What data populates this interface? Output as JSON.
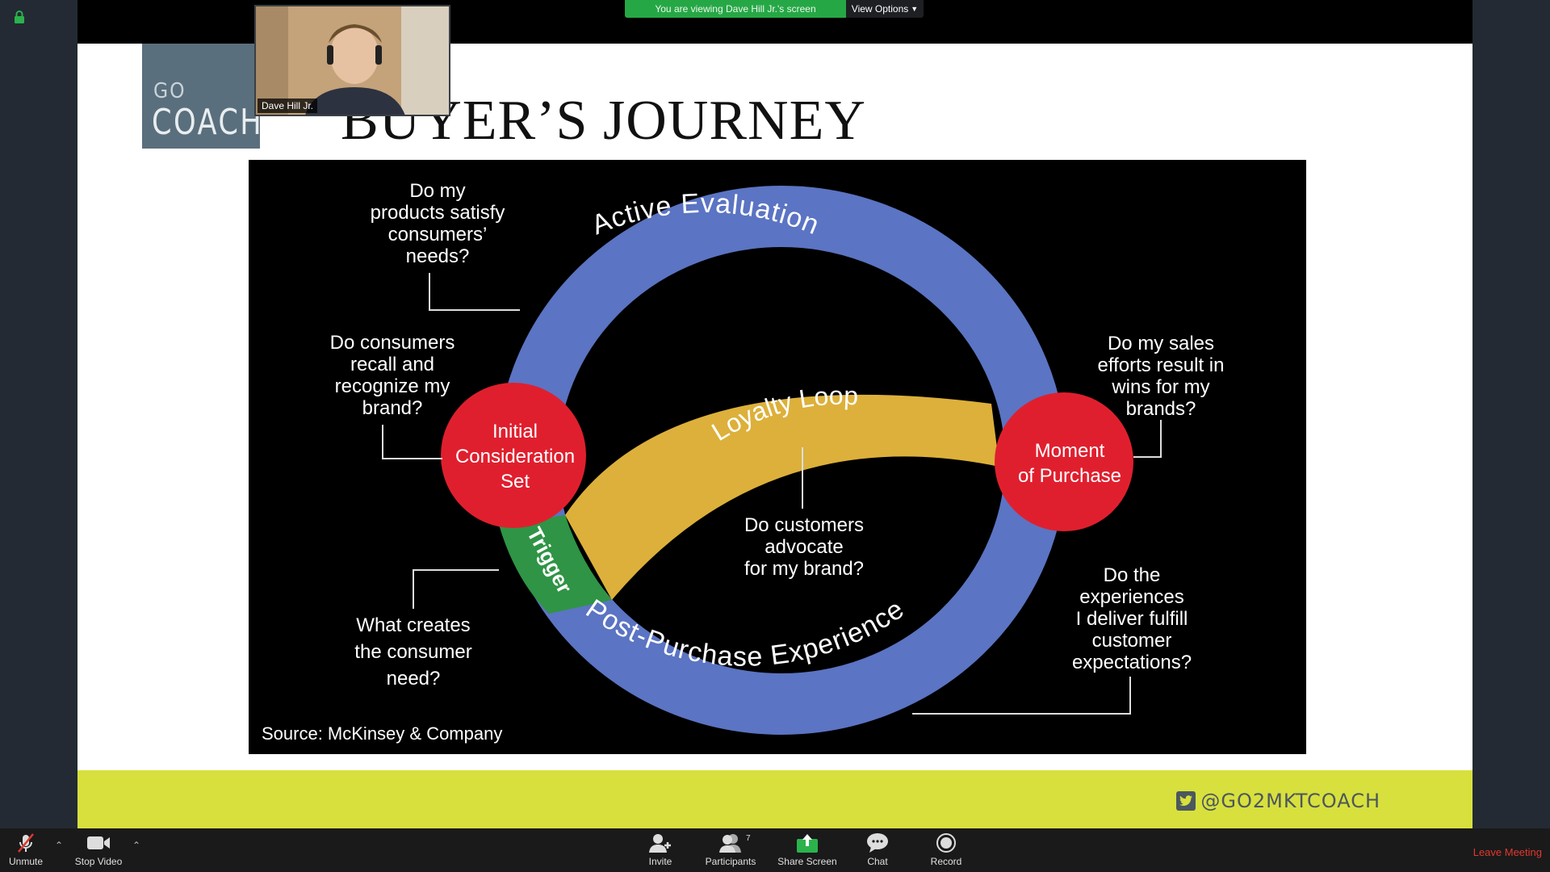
{
  "window": {
    "viewing_banner": "You are viewing Dave Hill Jr.'s screen",
    "view_options": "View Options"
  },
  "participant": {
    "name": "Dave Hill Jr."
  },
  "slide": {
    "logo_top": "GO",
    "logo_bottom": "COACH",
    "title": "BUYER’S JOURNEY",
    "twitter_handle": "@GO2MKTCOACH",
    "diagram": {
      "outer_top": "Active Evaluation",
      "outer_bottom": "Post-Purchase Experience",
      "loop": "Loyalty Loop",
      "trigger": "Trigger",
      "initial": [
        "Initial",
        "Consideration",
        "Set"
      ],
      "moment": [
        "Moment",
        "of Purchase"
      ],
      "q_products": [
        "Do my",
        "products satisfy",
        "consumers’",
        "needs?"
      ],
      "q_recall": [
        "Do consumers",
        "recall and",
        "recognize my",
        "brand?"
      ],
      "q_sales": [
        "Do my sales",
        "efforts result in",
        "wins for my",
        "brands?"
      ],
      "q_advocate": [
        "Do customers",
        "advocate",
        "for my brand?"
      ],
      "q_need": [
        "What creates",
        "the consumer",
        "need?"
      ],
      "q_experience": [
        "Do the",
        "experiences",
        "I deliver fulfill",
        "customer",
        "expectations?"
      ],
      "source": "Source: McKinsey & Company"
    },
    "colors": {
      "blue": "#5b74c3",
      "red": "#e01f2e",
      "yellow": "#dcb03a",
      "green": "#2f9445",
      "band": "#d8e03d"
    }
  },
  "toolbar": {
    "unmute": "Unmute",
    "stop_video": "Stop Video",
    "invite": "Invite",
    "participants": "Participants",
    "participants_count": "7",
    "share_screen": "Share Screen",
    "chat": "Chat",
    "record": "Record",
    "leave": "Leave Meeting"
  }
}
